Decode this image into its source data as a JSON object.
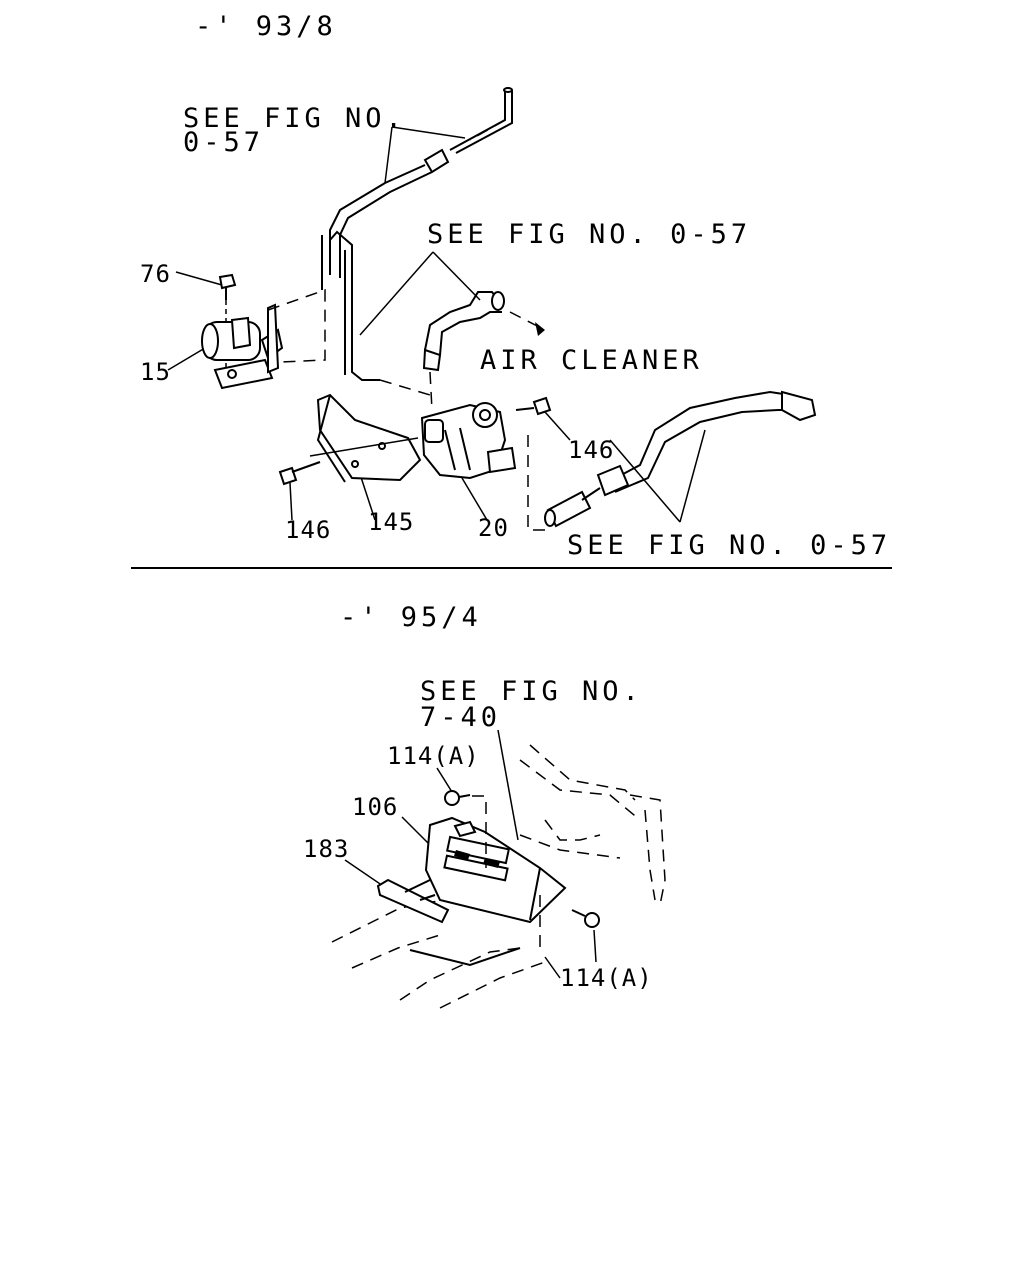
{
  "sections": [
    {
      "title": "-' 93/8",
      "references": [
        "SEE FIG NO.",
        "0-57",
        "SEE FIG NO. 0-57",
        "AIR CLEANER",
        "SEE FIG NO. 0-57"
      ],
      "callouts": [
        "76",
        "15",
        "146",
        "145",
        "20",
        "146"
      ]
    },
    {
      "title": "-' 95/4",
      "references": [
        "SEE FIG NO.",
        "7-40"
      ],
      "callouts": [
        "114(A)",
        "106",
        "183",
        "114(A)"
      ]
    }
  ]
}
